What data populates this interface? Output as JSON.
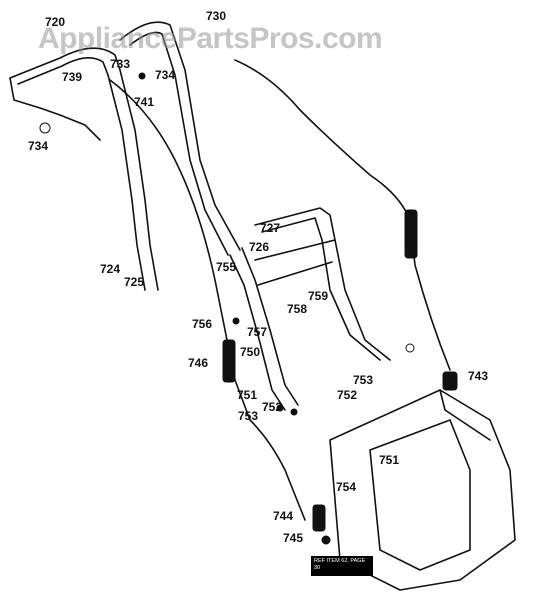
{
  "watermark": "AppliancePartsPros.com",
  "ref_note": "REF ITEM 62, PAGE 30",
  "labels": {
    "l720": "720",
    "l730": "730",
    "l739": "739",
    "l733": "733",
    "l734a": "734",
    "l741": "741",
    "l734b": "734",
    "l727": "727",
    "l726": "726",
    "l755": "755",
    "l759": "759",
    "l758": "758",
    "l724": "724",
    "l725": "725",
    "l756": "756",
    "l757": "757",
    "l750": "750",
    "l746": "746",
    "l743": "743",
    "l753a": "753",
    "l751a": "751",
    "l752a": "752",
    "l752b": "752",
    "l753b": "753",
    "l751b": "751",
    "l754": "754",
    "l744": "744",
    "l745": "745"
  }
}
